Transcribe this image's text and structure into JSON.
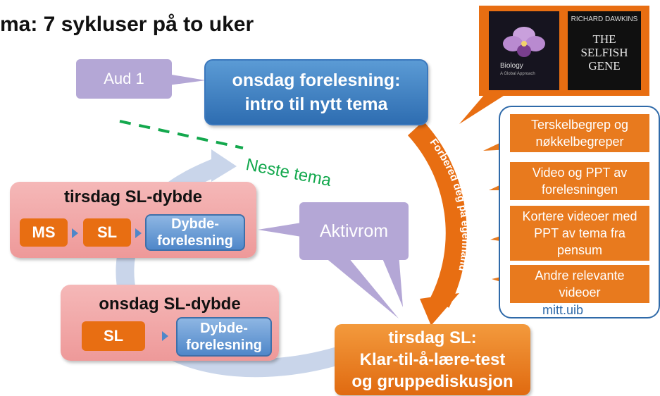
{
  "title": "ma: 7 sykluser på to uker",
  "nodes": {
    "aud": "Aud 1",
    "onsdag_forelesning": [
      "onsdag forelesning:",
      "intro til nytt tema"
    ],
    "tirsdag_sl": [
      "tirsdag SL:",
      "Klar-til-å-lære-test",
      "og gruppediskusjon"
    ],
    "aktivrom": "Aktivrom",
    "tirsdag_dybde": {
      "title": "tirsdag SL-dybde",
      "steps": [
        "MS",
        "SL"
      ],
      "lecture": [
        "Dybde-",
        "forelesning"
      ]
    },
    "onsdag_dybde": {
      "title": "onsdag SL-dybde",
      "steps": [
        "SL"
      ],
      "lecture": [
        "Dybde-",
        "forelesning"
      ]
    }
  },
  "labels": {
    "prepare": "Forbered deg på egenhånd",
    "next_topic": "Neste tema"
  },
  "resources": {
    "items": [
      [
        "Terskelbegrep og",
        "nøkkelbegreper"
      ],
      [
        "Video og PPT av",
        "forelesningen"
      ],
      [
        "Kortere videoer med",
        "PPT av tema fra",
        "pensum"
      ],
      [
        "Andre relevante",
        "videoer"
      ]
    ],
    "platform": "mitt.uib"
  },
  "books": [
    {
      "title": "Biology",
      "subtitle": "A Global Approach"
    },
    {
      "author": "RICHARD DAWKINS",
      "title": "THE SELFISH GENE"
    }
  ],
  "colors": {
    "blue": "#2e6db1",
    "orange": "#e86e12",
    "purple": "#b4a7d6",
    "pink": "#ee9999",
    "green": "#13a84d",
    "cycle_arrow": "#c9d5ea"
  }
}
